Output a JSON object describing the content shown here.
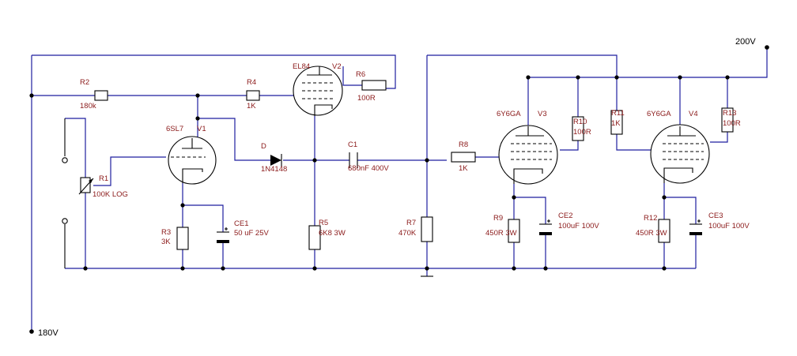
{
  "power": {
    "b180": "180V",
    "b200": "200V"
  },
  "tubes": {
    "v1": {
      "ref": "V1",
      "type": "6SL7"
    },
    "v2": {
      "ref": "V2",
      "type": "EL84"
    },
    "v3": {
      "ref": "V3",
      "type": "6Y6GA"
    },
    "v4": {
      "ref": "V4",
      "type": "6Y6GA"
    }
  },
  "resistors": {
    "r1": {
      "ref": "R1",
      "value": "100K LOG"
    },
    "r2": {
      "ref": "R2",
      "value": "180k"
    },
    "r3": {
      "ref": "R3",
      "value": "3K"
    },
    "r4": {
      "ref": "R4",
      "value": "1K"
    },
    "r5": {
      "ref": "R5",
      "value": "6K8 3W"
    },
    "r6": {
      "ref": "R6",
      "value": "100R"
    },
    "r7": {
      "ref": "R7",
      "value": "470K"
    },
    "r8": {
      "ref": "R8",
      "value": "1K"
    },
    "r9": {
      "ref": "R9",
      "value": "450R 3W"
    },
    "r10": {
      "ref": "R10",
      "value": "100R"
    },
    "r11": {
      "ref": "R11",
      "value": "1K"
    },
    "r12": {
      "ref": "R12",
      "value": "450R 3W"
    },
    "r13": {
      "ref": "R13",
      "value": "100R"
    }
  },
  "capacitors": {
    "c1": {
      "ref": "C1",
      "value": "680nF 400V"
    },
    "ce1": {
      "ref": "CE1",
      "value": "50 uF 25V"
    },
    "ce2": {
      "ref": "CE2",
      "value": "100uF 100V"
    },
    "ce3": {
      "ref": "CE3",
      "value": "100uF 100V"
    }
  },
  "diode": {
    "ref": "D",
    "value": "1N4148"
  }
}
